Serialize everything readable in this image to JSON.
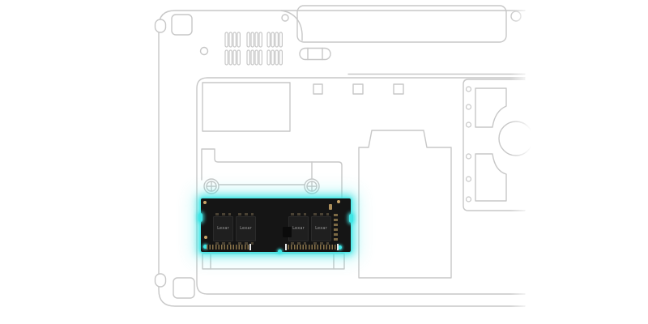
{
  "colors": {
    "bg": "#FFFFFF",
    "line": "#C7C7C7",
    "glow": "#3EE6E6",
    "pcb": "#151515",
    "chip": "#1F1F1F",
    "chip_text": "#9A9A9A",
    "gold": "#C8A468"
  },
  "ram": {
    "chips": [
      {
        "label": "Lexar"
      },
      {
        "label": "Lexar"
      },
      {
        "label": "Lexar"
      },
      {
        "label": "Lexar"
      }
    ]
  }
}
